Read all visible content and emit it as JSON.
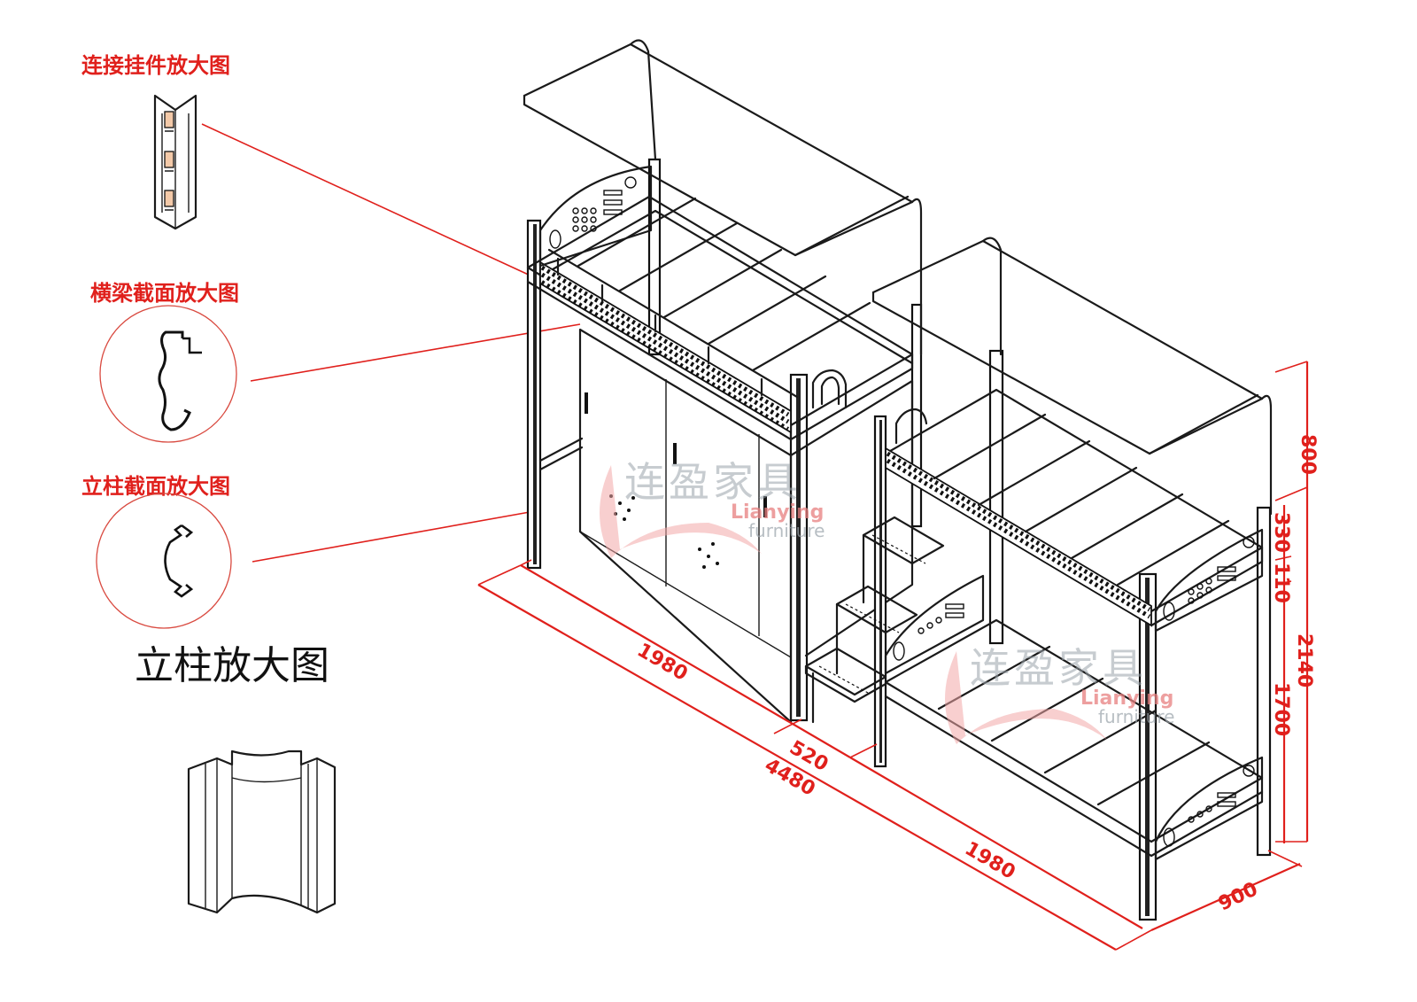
{
  "callouts": {
    "connector": "连接挂件放大图",
    "beam": "横梁截面放大图",
    "post_section": "立柱截面放大图",
    "post_enlarged": "立柱放大图"
  },
  "watermark": {
    "cn": "连盈家具",
    "en": "Lianying",
    "en2": "furniture"
  },
  "dimensions": {
    "len_1980_a": "1980",
    "len_520": "520",
    "len_4480": "4480",
    "len_1980_b": "1980",
    "width_900": "900",
    "h_800": "800",
    "h_330": "330",
    "h_110": "110",
    "h_2140": "2140",
    "h_1700": "1700"
  },
  "colors": {
    "annotation": "#e0201c",
    "line": "#1a1a1a",
    "watermark_grey": "#9aa3aa",
    "watermark_red": "#e88080"
  }
}
